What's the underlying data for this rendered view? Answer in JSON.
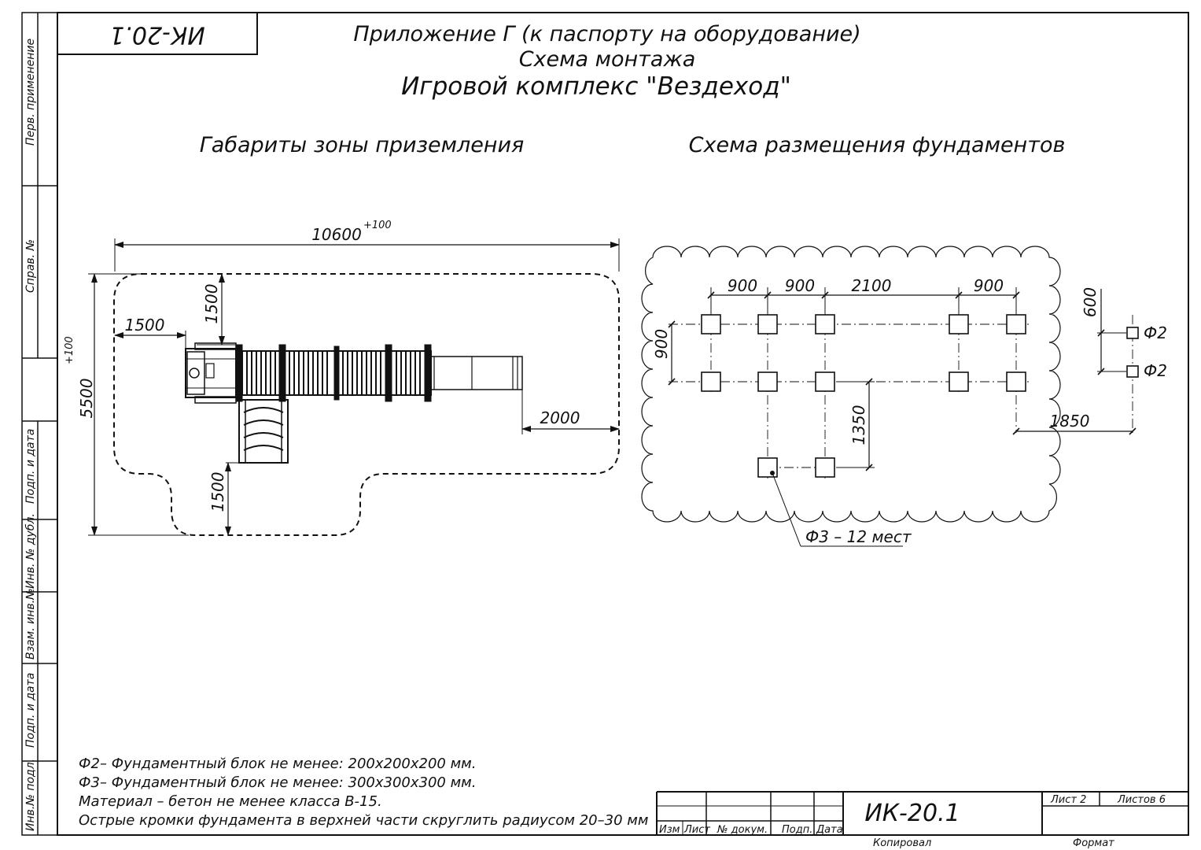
{
  "stamp_top": "ИК-20.1",
  "title": {
    "line1": "Приложение Г (к паспорту на оборудование)",
    "line2": "Схема монтажа",
    "line3": "Игровой комплекс \"Вездеход\""
  },
  "left_panel": {
    "title": "Габариты зоны приземления",
    "dim_overall_width": "10600",
    "dim_overall_width_tol": "+100",
    "dim_overall_height": "5500",
    "dim_overall_height_tol": "+100",
    "dim_top_offset": "1500",
    "dim_left_offset": "1500",
    "dim_right_offset": "2000",
    "dim_bottom_offset": "1500"
  },
  "right_panel": {
    "title": "Схема размещения фундаментов",
    "dim_spacing_1": "900",
    "dim_spacing_2": "900",
    "dim_spacing_3": "2100",
    "dim_spacing_4": "900",
    "dim_row_spacing": "900",
    "dim_lower_offset": "1350",
    "dim_side_offset": "1850",
    "dim_side_spacing": "600",
    "label_f2_a": "Ф2",
    "label_f2_b": "Ф2",
    "label_f3": "Ф3 – 12 мест"
  },
  "notes": [
    "Ф2– Фундаментный блок не менее: 200х200х200 мм.",
    "Ф3– Фундаментный блок не менее: 300х300х300 мм.",
    "Материал – бетон не менее класса В-15.",
    "Острые кромки фундамента в верхней части скруглить радиусом 20–30 мм"
  ],
  "side_strip": {
    "perv_primenenie": "Перв. применение",
    "sprav_no": "Справ. №",
    "podp_data_1": "Подп. и дата",
    "inv_dubl": "Инв. № дубл.",
    "vzam_inv": "Взам. инв.№",
    "podp_data_2": "Подп. и дата",
    "inv_podl": "Инв.№ подл."
  },
  "title_block": {
    "code": "ИК-20.1",
    "col_izm": "Изм",
    "col_list": "Лист",
    "col_dokum": "№ докум.",
    "col_podp": "Подп.",
    "col_data": "Дата",
    "sheet_label": "Лист 2",
    "sheets_label": "Листов 6",
    "kopiroval": "Копировал",
    "format": "Формат"
  }
}
